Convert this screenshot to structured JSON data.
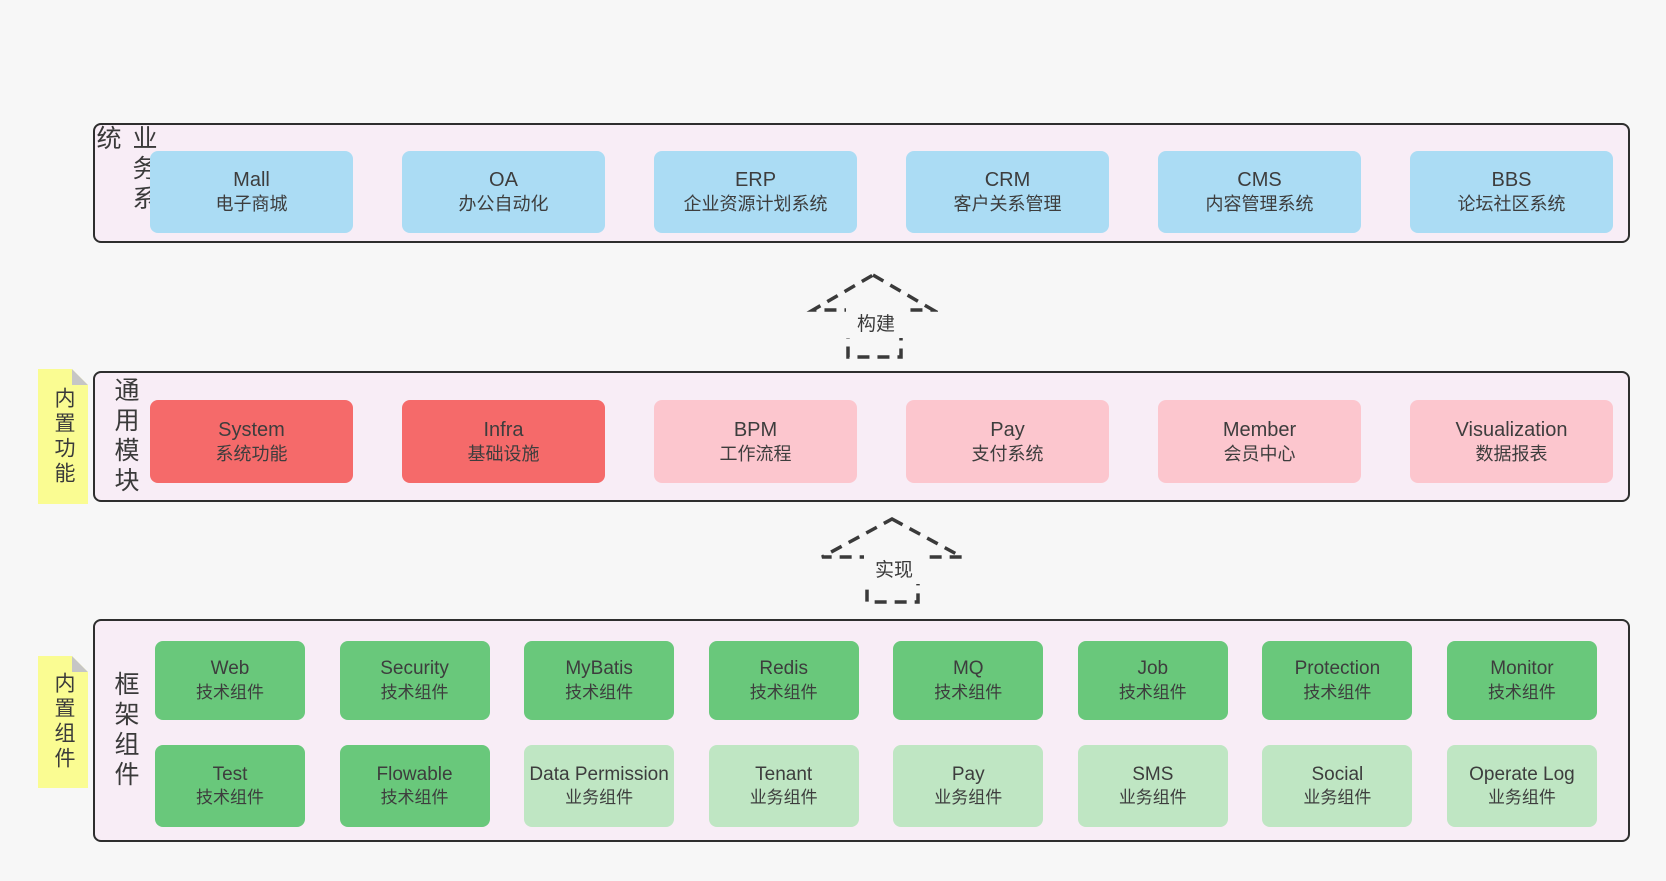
{
  "colors": {
    "page_bg": "#f7f7f7",
    "panel_bg": "#f8edf6",
    "panel_border": "#2e2e2e",
    "blue_box": "#abdcf4",
    "red_box": "#f56a6a",
    "pink_box": "#fcc6ce",
    "green_dark_box": "#69c87b",
    "green_light_box": "#bfe6c3",
    "note_bg": "#fafc92",
    "note_fold": "#c6c6c6",
    "text": "#3d3d3d"
  },
  "arrows": {
    "build": "构建",
    "implement": "实现"
  },
  "notes": {
    "builtin_features": "内置功能",
    "builtin_components": "内置组件"
  },
  "layers": {
    "business": {
      "label": "业务系统",
      "boxes": [
        {
          "title": "Mall",
          "subtitle": "电子商城",
          "variant": "blue"
        },
        {
          "title": "OA",
          "subtitle": "办公自动化",
          "variant": "blue"
        },
        {
          "title": "ERP",
          "subtitle": "企业资源计划系统",
          "variant": "blue"
        },
        {
          "title": "CRM",
          "subtitle": "客户关系管理",
          "variant": "blue"
        },
        {
          "title": "CMS",
          "subtitle": "内容管理系统",
          "variant": "blue"
        },
        {
          "title": "BBS",
          "subtitle": "论坛社区系统",
          "variant": "blue"
        }
      ]
    },
    "modules": {
      "label": "通用模块",
      "boxes": [
        {
          "title": "System",
          "subtitle": "系统功能",
          "variant": "red"
        },
        {
          "title": "Infra",
          "subtitle": "基础设施",
          "variant": "red"
        },
        {
          "title": "BPM",
          "subtitle": "工作流程",
          "variant": "pink"
        },
        {
          "title": "Pay",
          "subtitle": "支付系统",
          "variant": "pink"
        },
        {
          "title": "Member",
          "subtitle": "会员中心",
          "variant": "pink"
        },
        {
          "title": "Visualization",
          "subtitle": "数据报表",
          "variant": "pink"
        }
      ]
    },
    "components": {
      "label": "框架组件",
      "rows": [
        [
          {
            "title": "Web",
            "subtitle": "技术组件",
            "variant": "green-dark"
          },
          {
            "title": "Security",
            "subtitle": "技术组件",
            "variant": "green-dark"
          },
          {
            "title": "MyBatis",
            "subtitle": "技术组件",
            "variant": "green-dark"
          },
          {
            "title": "Redis",
            "subtitle": "技术组件",
            "variant": "green-dark"
          },
          {
            "title": "MQ",
            "subtitle": "技术组件",
            "variant": "green-dark"
          },
          {
            "title": "Job",
            "subtitle": "技术组件",
            "variant": "green-dark"
          },
          {
            "title": "Protection",
            "subtitle": "技术组件",
            "variant": "green-dark"
          },
          {
            "title": "Monitor",
            "subtitle": "技术组件",
            "variant": "green-dark"
          }
        ],
        [
          {
            "title": "Test",
            "subtitle": "技术组件",
            "variant": "green-dark"
          },
          {
            "title": "Flowable",
            "subtitle": "技术组件",
            "variant": "green-dark"
          },
          {
            "title": "Data Permission",
            "subtitle": "业务组件",
            "variant": "green-light"
          },
          {
            "title": "Tenant",
            "subtitle": "业务组件",
            "variant": "green-light"
          },
          {
            "title": "Pay",
            "subtitle": "业务组件",
            "variant": "green-light"
          },
          {
            "title": "SMS",
            "subtitle": "业务组件",
            "variant": "green-light"
          },
          {
            "title": "Social",
            "subtitle": "业务组件",
            "variant": "green-light"
          },
          {
            "title": "Operate Log",
            "subtitle": "业务组件",
            "variant": "green-light"
          }
        ]
      ]
    }
  }
}
